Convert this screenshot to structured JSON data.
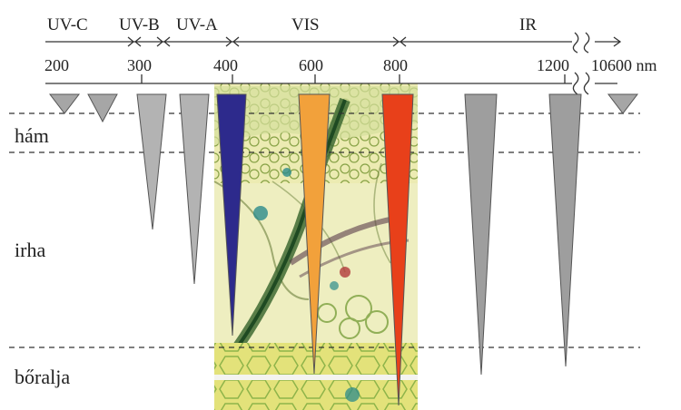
{
  "bands": {
    "uvc": "UV-C",
    "uvb": "UV-B",
    "uva": "UV-A",
    "vis": "VIS",
    "ir": "IR"
  },
  "wavelengths": {
    "w200": "200",
    "w300": "300",
    "w400": "400",
    "w600": "600",
    "w800": "800",
    "w1200": "1200",
    "w10600": "10600 nm"
  },
  "layers": {
    "epidermis": "hám",
    "dermis": "irha",
    "subcutis": "bőralja"
  },
  "penetration_markers": [
    {
      "name": "200nm",
      "color": "#a6a6a6"
    },
    {
      "name": "250nm",
      "color": "#a6a6a6"
    },
    {
      "name": "300nm",
      "color": "#b3b3b3"
    },
    {
      "name": "350nm",
      "color": "#b3b3b3"
    },
    {
      "name": "400nm",
      "color": "#2d2a8c"
    },
    {
      "name": "600nm",
      "color": "#f2a13b"
    },
    {
      "name": "800nm",
      "color": "#e8401a"
    },
    {
      "name": "1000nm",
      "color": "#9e9e9e"
    },
    {
      "name": "1200nm",
      "color": "#9e9e9e"
    },
    {
      "name": "10600nm",
      "color": "#a6a6a6"
    }
  ]
}
